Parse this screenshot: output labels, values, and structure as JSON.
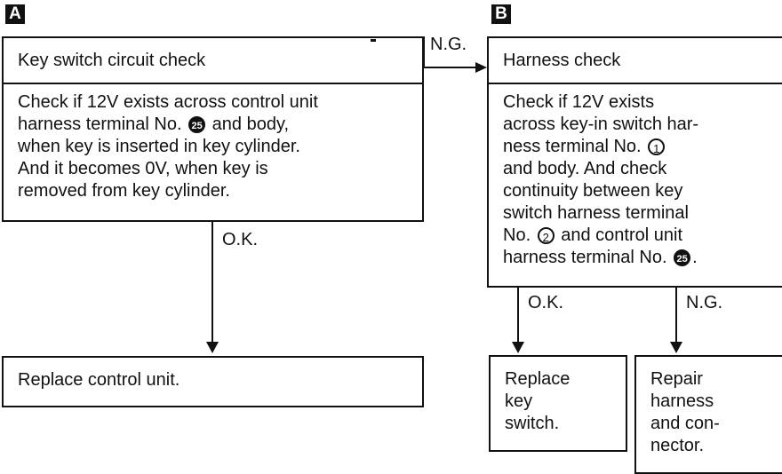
{
  "section_a": {
    "label": "A"
  },
  "section_b": {
    "label": "B"
  },
  "box_key_switch": {
    "title": "Key switch circuit check",
    "lines": [
      "Check if 12V exists across control unit",
      "harness terminal No.",
      "25",
      "and body,",
      "when key is inserted in key cylinder.",
      "And it becomes 0V, when key is",
      "removed from key cylinder."
    ]
  },
  "box_harness": {
    "title": "Harness check",
    "lines": [
      "Check if 12V exists",
      "across key-in switch har-",
      "ness terminal No.",
      "1",
      "and body. And check",
      "continuity between key",
      "switch harness terminal",
      "No.",
      "2",
      "and control unit",
      "harness terminal No.",
      "25",
      "."
    ]
  },
  "box_replace_control": {
    "text": "Replace control unit."
  },
  "box_replace_key": {
    "lines": [
      "Replace",
      "key",
      "switch."
    ]
  },
  "box_repair": {
    "lines": [
      "Repair",
      "harness",
      "and con-",
      "nector."
    ]
  },
  "labels": {
    "ng_top": "N.G.",
    "ok_left": "O.K.",
    "ok_right": "O.K.",
    "ng_right": "N.G."
  }
}
